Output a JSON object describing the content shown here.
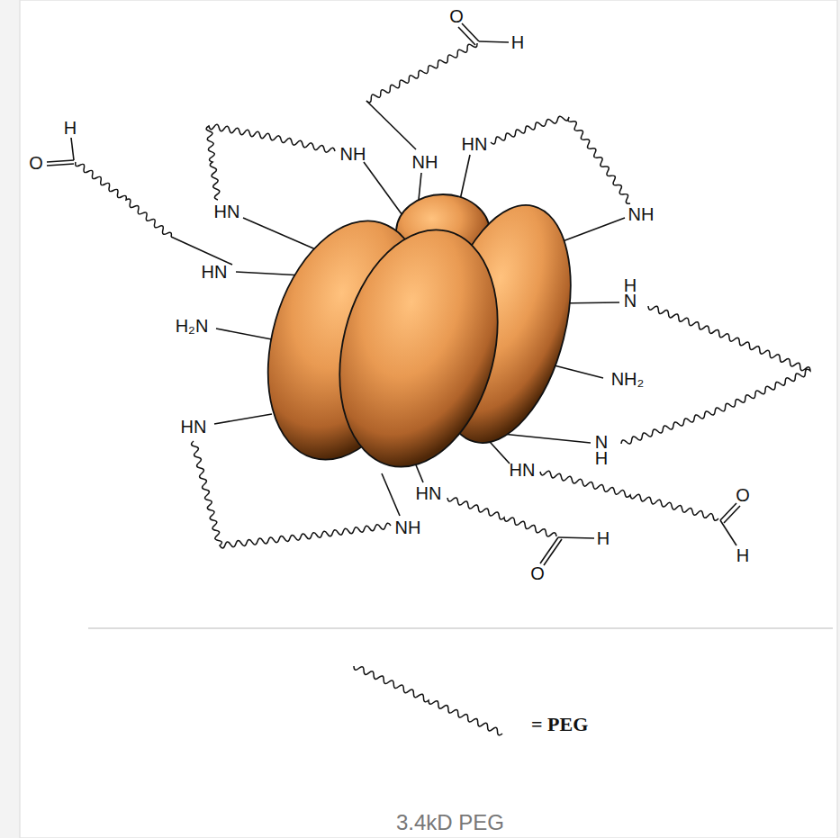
{
  "diagram": {
    "caption": "3.4kD PEG",
    "labels": [
      "O",
      "H",
      "H",
      "O",
      "NH",
      "NH",
      "HN",
      "HN",
      "NH",
      "HN",
      "H₂N",
      "H",
      "N",
      "NH₂",
      "N",
      "H",
      "HN",
      "HN",
      "HN",
      "NH",
      "O",
      "H",
      "H",
      "O"
    ],
    "legend": [
      {
        "text": "= PEG"
      }
    ]
  }
}
